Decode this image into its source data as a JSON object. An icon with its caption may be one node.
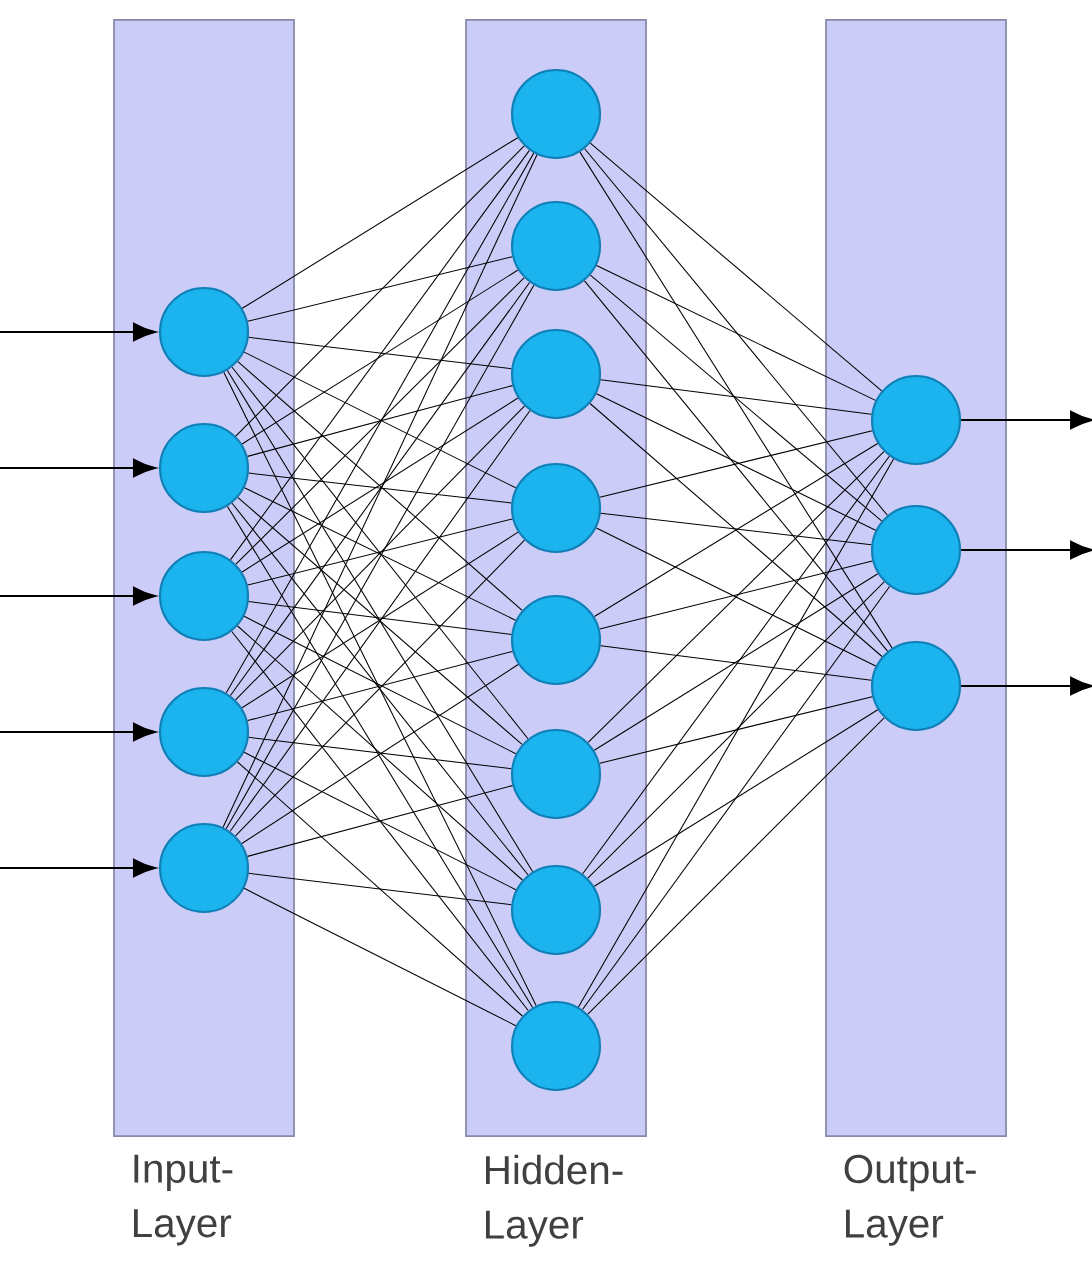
{
  "diagram": {
    "nodes": [
      {
        "text": [
          "Input- Layer"
        ]
      },
      {
        "text": [],
        "shape": "circle",
        "in": 0
      },
      {
        "text": [],
        "shape": "circle",
        "in": 0
      },
      {
        "text": [],
        "shape": "circle",
        "in": 0
      },
      {
        "text": [],
        "shape": "circle",
        "in": 0
      },
      {
        "text": [],
        "shape": "circle",
        "in": 0
      },
      {
        "text": [
          "Hidden- Layer"
        ]
      },
      {
        "text": [],
        "shape": "circle",
        "in": 6
      },
      {
        "text": [],
        "shape": "circle",
        "in": 6
      },
      {
        "text": [],
        "shape": "circle",
        "in": 6
      },
      {
        "text": [],
        "shape": "circle",
        "in": 6
      },
      {
        "text": [],
        "shape": "circle",
        "in": 6
      },
      {
        "text": [],
        "shape": "circle",
        "in": 6
      },
      {
        "text": [],
        "shape": "circle",
        "in": 6
      },
      {
        "text": [],
        "shape": "circle",
        "in": 6
      },
      {
        "text": [
          "Output- Layer"
        ]
      },
      {
        "text": [],
        "shape": "circle",
        "in": 15
      },
      {
        "text": [],
        "shape": "circle",
        "in": 15
      },
      {
        "text": [],
        "shape": "circle",
        "in": 15
      }
    ],
    "edges": [
      {
        "from": null,
        "to": 1,
        "arrow": "to"
      },
      {
        "from": null,
        "to": 2,
        "arrow": "to"
      },
      {
        "from": null,
        "to": 3,
        "arrow": "to"
      },
      {
        "from": null,
        "to": 4,
        "arrow": "to"
      },
      {
        "from": null,
        "to": 5,
        "arrow": "to"
      },
      {
        "from": 1,
        "to": 7,
        "arrow": "none"
      },
      {
        "from": 1,
        "to": 8,
        "arrow": "none"
      },
      {
        "from": 1,
        "to": 9,
        "arrow": "none"
      },
      {
        "from": 1,
        "to": 10,
        "arrow": "none"
      },
      {
        "from": 1,
        "to": 11,
        "arrow": "none"
      },
      {
        "from": 1,
        "to": 12,
        "arrow": "none"
      },
      {
        "from": 1,
        "to": 13,
        "arrow": "none"
      },
      {
        "from": 1,
        "to": 14,
        "arrow": "none"
      },
      {
        "from": 2,
        "to": 7,
        "arrow": "none"
      },
      {
        "from": 2,
        "to": 8,
        "arrow": "none"
      },
      {
        "from": 2,
        "to": 9,
        "arrow": "none"
      },
      {
        "from": 2,
        "to": 10,
        "arrow": "none"
      },
      {
        "from": 2,
        "to": 11,
        "arrow": "none"
      },
      {
        "from": 2,
        "to": 12,
        "arrow": "none"
      },
      {
        "from": 2,
        "to": 13,
        "arrow": "none"
      },
      {
        "from": 2,
        "to": 14,
        "arrow": "none"
      },
      {
        "from": 3,
        "to": 7,
        "arrow": "none"
      },
      {
        "from": 3,
        "to": 8,
        "arrow": "none"
      },
      {
        "from": 3,
        "to": 9,
        "arrow": "none"
      },
      {
        "from": 3,
        "to": 10,
        "arrow": "none"
      },
      {
        "from": 3,
        "to": 11,
        "arrow": "none"
      },
      {
        "from": 3,
        "to": 12,
        "arrow": "none"
      },
      {
        "from": 3,
        "to": 13,
        "arrow": "none"
      },
      {
        "from": 3,
        "to": 14,
        "arrow": "none"
      },
      {
        "from": 4,
        "to": 7,
        "arrow": "none"
      },
      {
        "from": 4,
        "to": 8,
        "arrow": "none"
      },
      {
        "from": 4,
        "to": 9,
        "arrow": "none"
      },
      {
        "from": 4,
        "to": 10,
        "arrow": "none"
      },
      {
        "from": 4,
        "to": 11,
        "arrow": "none"
      },
      {
        "from": 4,
        "to": 12,
        "arrow": "none"
      },
      {
        "from": 4,
        "to": 13,
        "arrow": "none"
      },
      {
        "from": 4,
        "to": 14,
        "arrow": "none"
      },
      {
        "from": 5,
        "to": 7,
        "arrow": "none"
      },
      {
        "from": 5,
        "to": 8,
        "arrow": "none"
      },
      {
        "from": 5,
        "to": 9,
        "arrow": "none"
      },
      {
        "from": 5,
        "to": 10,
        "arrow": "none"
      },
      {
        "from": 5,
        "to": 11,
        "arrow": "none"
      },
      {
        "from": 5,
        "to": 12,
        "arrow": "none"
      },
      {
        "from": 5,
        "to": 13,
        "arrow": "none"
      },
      {
        "from": 5,
        "to": 14,
        "arrow": "none"
      },
      {
        "from": 7,
        "to": 16,
        "arrow": "none"
      },
      {
        "from": 7,
        "to": 17,
        "arrow": "none"
      },
      {
        "from": 7,
        "to": 18,
        "arrow": "none"
      },
      {
        "from": 8,
        "to": 16,
        "arrow": "none"
      },
      {
        "from": 8,
        "to": 17,
        "arrow": "none"
      },
      {
        "from": 8,
        "to": 18,
        "arrow": "none"
      },
      {
        "from": 9,
        "to": 16,
        "arrow": "none"
      },
      {
        "from": 9,
        "to": 17,
        "arrow": "none"
      },
      {
        "from": 9,
        "to": 18,
        "arrow": "none"
      },
      {
        "from": 10,
        "to": 16,
        "arrow": "none"
      },
      {
        "from": 10,
        "to": 17,
        "arrow": "none"
      },
      {
        "from": 10,
        "to": 18,
        "arrow": "none"
      },
      {
        "from": 11,
        "to": 16,
        "arrow": "none"
      },
      {
        "from": 11,
        "to": 17,
        "arrow": "none"
      },
      {
        "from": 11,
        "to": 18,
        "arrow": "none"
      },
      {
        "from": 12,
        "to": 16,
        "arrow": "none"
      },
      {
        "from": 12,
        "to": 17,
        "arrow": "none"
      },
      {
        "from": 12,
        "to": 18,
        "arrow": "none"
      },
      {
        "from": 13,
        "to": 16,
        "arrow": "none"
      },
      {
        "from": 13,
        "to": 17,
        "arrow": "none"
      },
      {
        "from": 13,
        "to": 18,
        "arrow": "none"
      },
      {
        "from": 14,
        "to": 16,
        "arrow": "none"
      },
      {
        "from": 14,
        "to": 17,
        "arrow": "none"
      },
      {
        "from": 14,
        "to": 18,
        "arrow": "none"
      },
      {
        "from": 16,
        "to": null,
        "arrow": "to"
      },
      {
        "from": 17,
        "to": null,
        "arrow": "to"
      },
      {
        "from": 18,
        "to": null,
        "arrow": "to"
      }
    ]
  }
}
